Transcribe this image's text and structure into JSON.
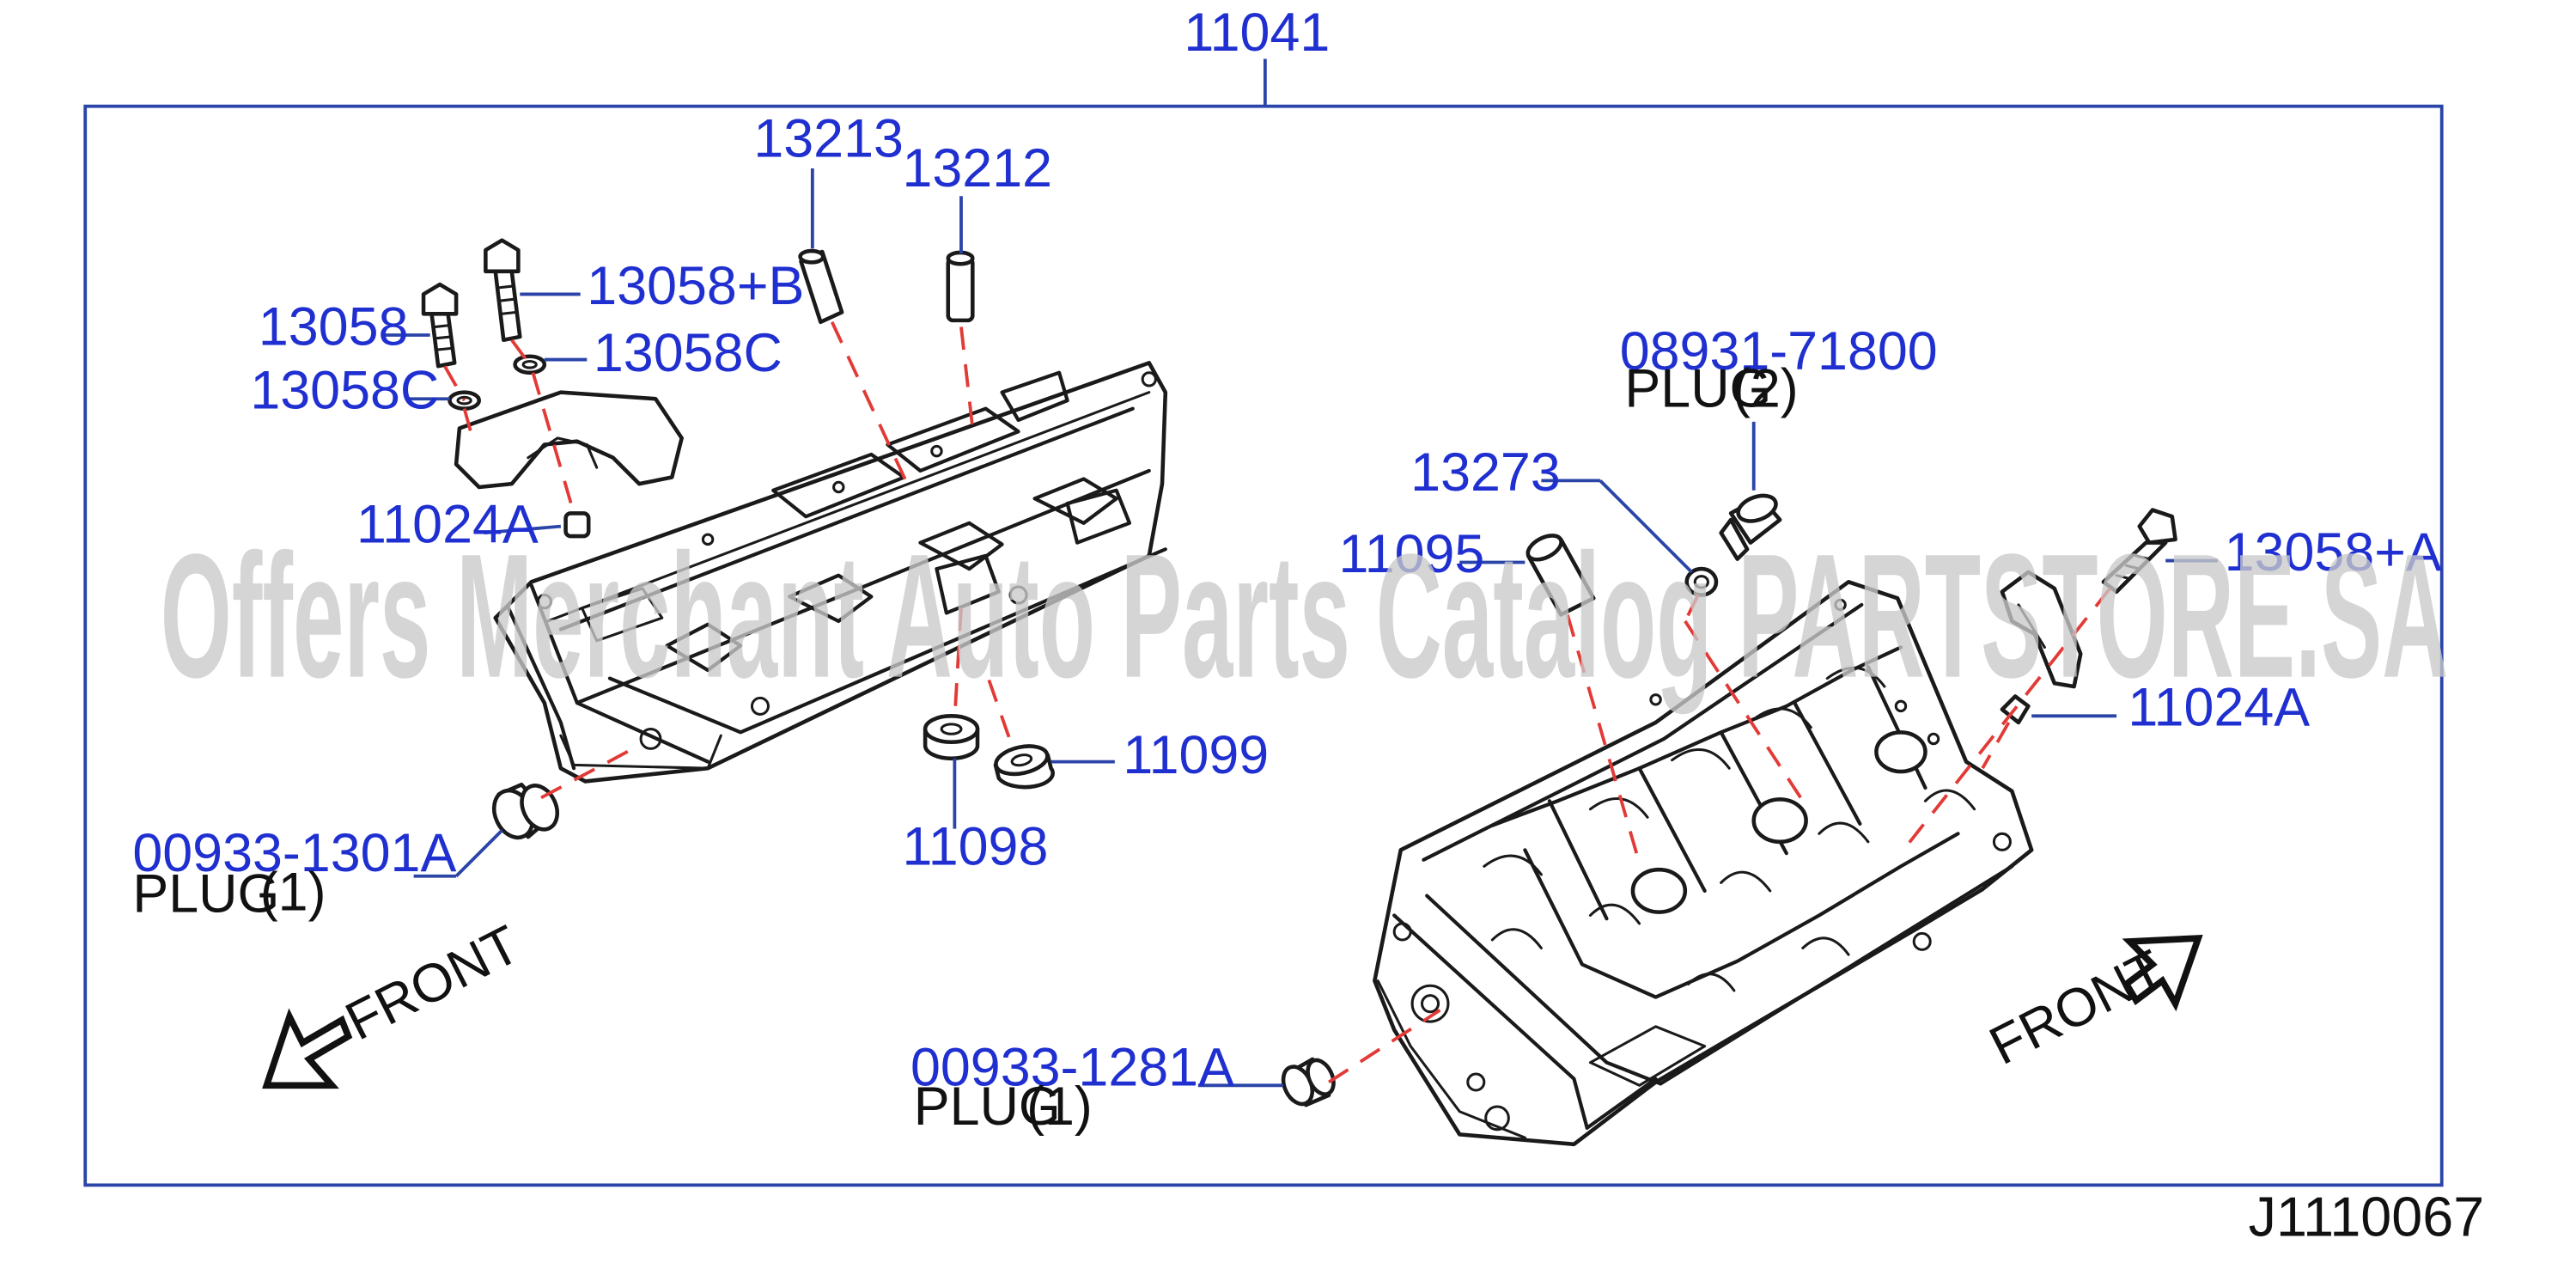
{
  "diagram_code": "J1110067",
  "watermark": "Offers Merchant Auto Parts Catalog PARTSTORE.SA",
  "assembly": {
    "part_no": "11041"
  },
  "front_label": "FRONT",
  "callouts": {
    "p13213": {
      "part_no": "13213"
    },
    "p13212": {
      "part_no": "13212"
    },
    "p13058": {
      "part_no": "13058"
    },
    "p13058b": {
      "part_no": "13058+B"
    },
    "p13058c_left": {
      "part_no": "13058C"
    },
    "p13058c_right": {
      "part_no": "13058C"
    },
    "p11024a_left": {
      "part_no": "11024A"
    },
    "p00933_1301a": {
      "part_no": "00933-1301A",
      "description": "PLUG",
      "qty": "(1)"
    },
    "p11098": {
      "part_no": "11098"
    },
    "p11099": {
      "part_no": "11099"
    },
    "p08931_71800": {
      "part_no": "08931-71800",
      "description": "PLUG",
      "qty": "(2)"
    },
    "p13273": {
      "part_no": "13273"
    },
    "p11095": {
      "part_no": "11095"
    },
    "p13058a": {
      "part_no": "13058+A"
    },
    "p11024a_right": {
      "part_no": "11024A"
    },
    "p00933_1281a": {
      "part_no": "00933-1281A",
      "description": "PLUG",
      "qty": "(1)"
    }
  }
}
